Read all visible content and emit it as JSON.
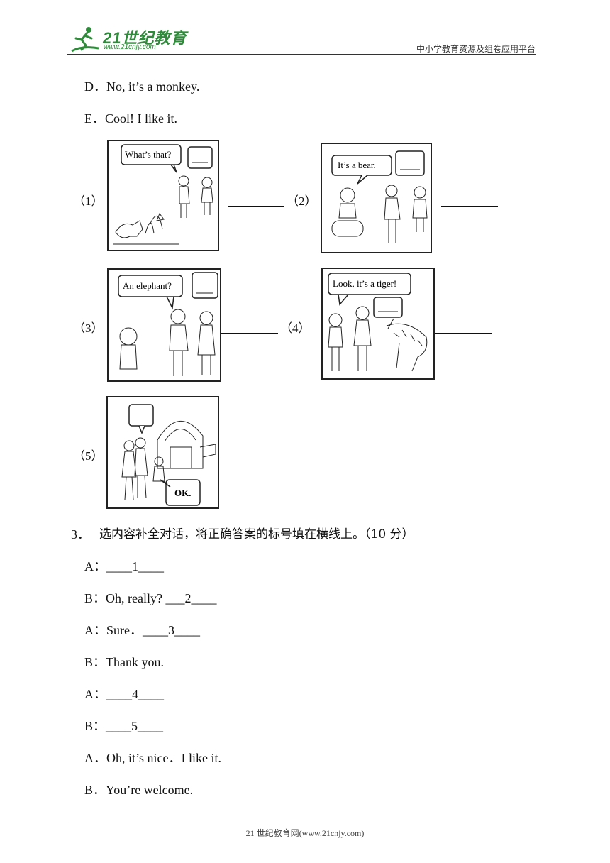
{
  "header": {
    "logo_text": "21世纪教育",
    "logo_url": "www.21cnjy.com",
    "tagline": "中小学教育资源及组卷应用平台"
  },
  "options_top": [
    "D．No, it’s a monkey.",
    "E．Cool! I like it."
  ],
  "pictures": [
    {
      "label": "（1）",
      "bubble": "What’s that?"
    },
    {
      "label": "（2）",
      "bubble": "It’s a bear."
    },
    {
      "label": "（3）",
      "bubble": "An elephant?"
    },
    {
      "label": "（4）",
      "bubble": "Look, it’s a tiger!"
    },
    {
      "label": "（5）",
      "bubble": "OK."
    }
  ],
  "question3": {
    "number": "3．",
    "instruction": "选内容补全对话，将正确答案的标号填在横线上。（10 分）",
    "dialogue": [
      "A：____1____",
      "B：Oh, really? ___2____",
      "A：Sure．____3____",
      "B：Thank you.",
      "A：____4____",
      "B：____5____"
    ],
    "options": [
      "A．Oh, it’s nice．I like it.",
      "B．You’re welcome."
    ]
  },
  "footer": {
    "text": "21 世纪教育网(www.21cnjy.com)"
  }
}
